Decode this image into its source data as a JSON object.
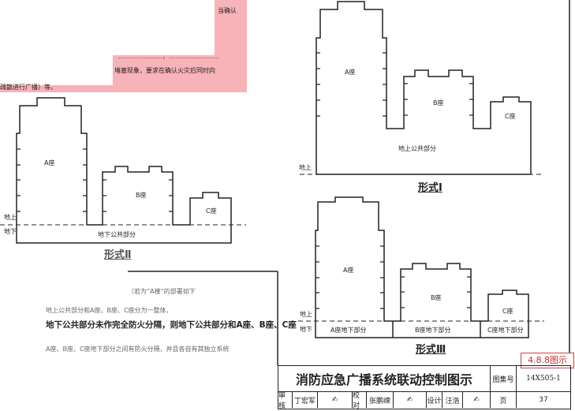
{
  "note_overlay": {
    "line1": "当确认",
    "line2": "…………………，……………………",
    "line3": "堵塞现象，要求在确认火灾后同时向",
    "line4": "疏散进行广播）等。"
  },
  "left_diagram": {
    "a_label": "A座",
    "b_label": "B座",
    "c_label": "C座",
    "above": "地上",
    "below": "地下",
    "base_label": "地下公共部分",
    "caption": "形式Ⅱ"
  },
  "form1": {
    "a_label": "A座",
    "b_label": "B座",
    "c_label": "C座",
    "above": "地上",
    "base_label": "地上公共部分",
    "caption": "形式Ⅰ"
  },
  "form3": {
    "a_label": "A座",
    "b_label": "B座",
    "c_label": "C座",
    "above": "地上",
    "below": "地下",
    "a_base": "A座地下部分",
    "b_base": "B座地下部分",
    "c_base": "C座地下部分",
    "caption": "形式Ⅲ"
  },
  "text_panel": {
    "line1": "（若为“A楼”的部署如下",
    "line2": "地上公共部分和A座、B座、C座分为一整体，",
    "line3": "地下公共部分未作完全防火分隔，则地下公共部分和A座、B座、C座",
    "line4": "A座、B座、C座地下部分之间有防火分隔，并且各自有其独立系统"
  },
  "section_tag": "4.8.8图示",
  "title_block": {
    "title": "消防应急广播系统联动控制图示",
    "atlas_label": "图集号",
    "atlas_no": "14X505-1",
    "page_label": "页",
    "page_no": "37",
    "review_label": "审核",
    "reviewer": "丁宏军",
    "check_label": "校对",
    "checker": "张鹏嵘",
    "design_label": "设计",
    "designer": "汪浩"
  }
}
